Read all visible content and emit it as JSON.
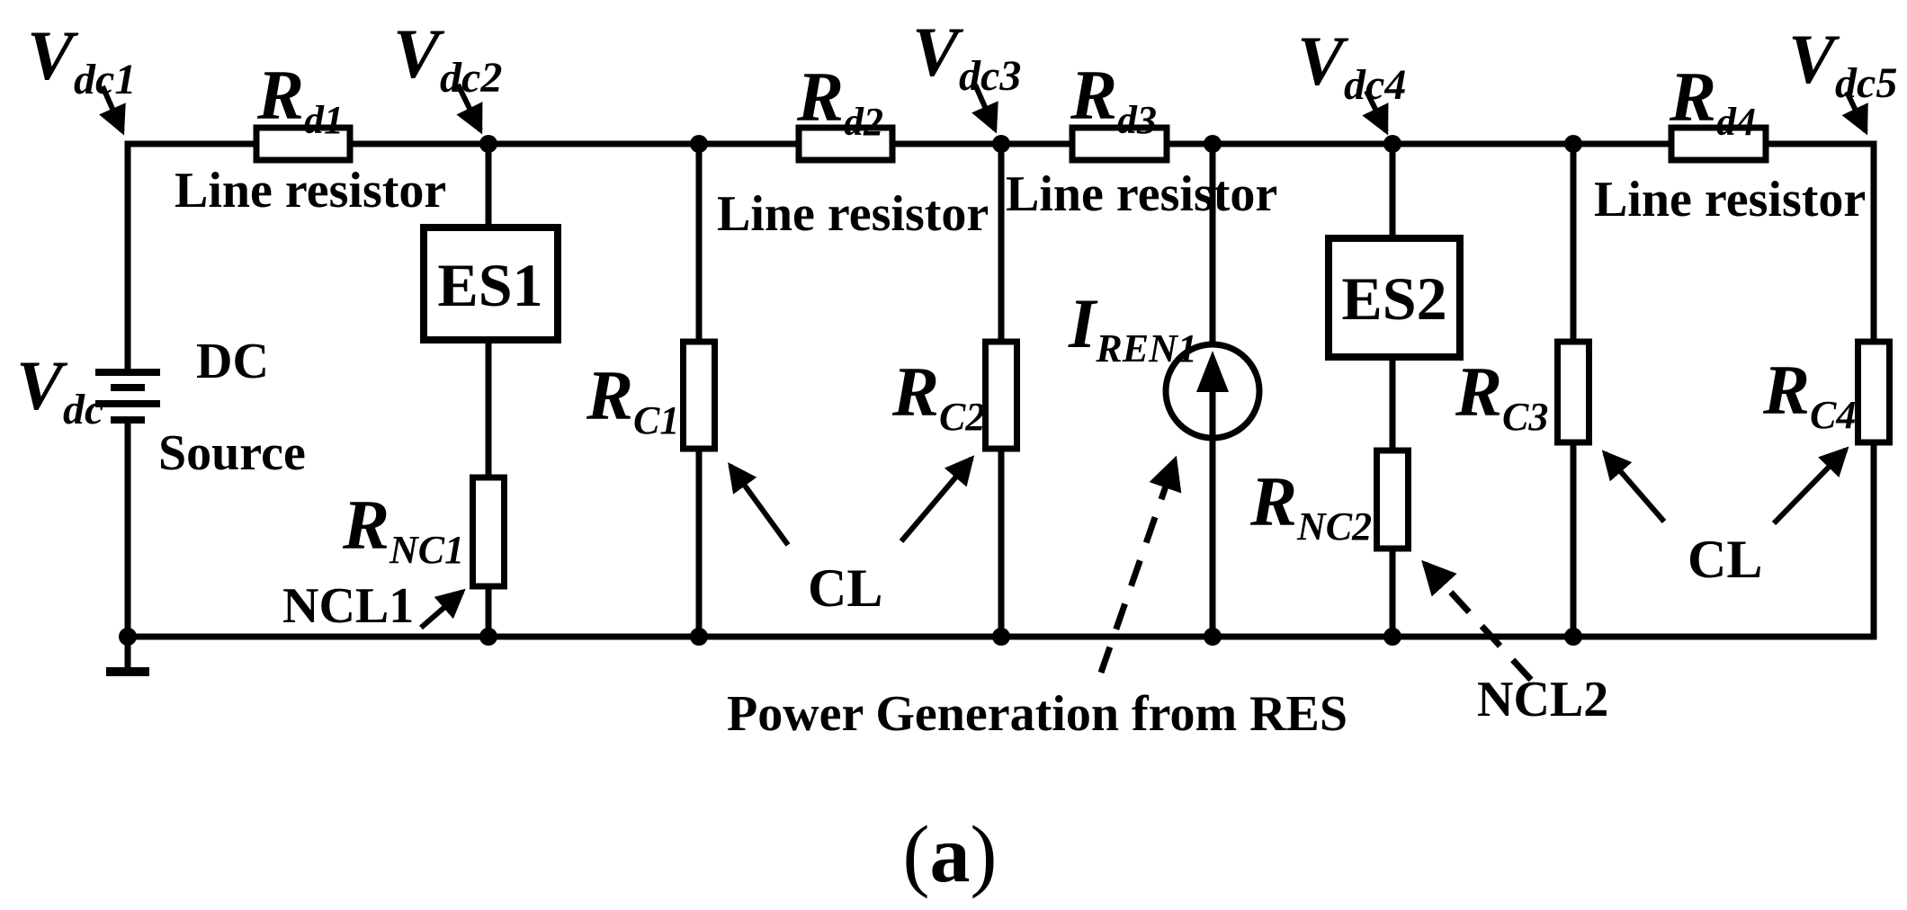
{
  "colors": {
    "ink": "#000000",
    "background": "#ffffff"
  },
  "nodes": [
    {
      "main": "V",
      "sub": "dc1"
    },
    {
      "main": "V",
      "sub": "dc2"
    },
    {
      "main": "V",
      "sub": "dc3"
    },
    {
      "main": "V",
      "sub": "dc4"
    },
    {
      "main": "V",
      "sub": "dc5"
    }
  ],
  "line_resistors": [
    {
      "main": "R",
      "sub": "d1"
    },
    {
      "main": "R",
      "sub": "d2"
    },
    {
      "main": "R",
      "sub": "d3"
    },
    {
      "main": "R",
      "sub": "d4"
    }
  ],
  "line_resistor_caption": "Line resistor",
  "dc_source": {
    "symbol_main": "V",
    "symbol_sub": "dc",
    "label_line1": "DC",
    "label_line2": "Source"
  },
  "energy_storage": [
    {
      "label": "ES1"
    },
    {
      "label": "ES2"
    }
  ],
  "critical_loads": [
    {
      "main": "R",
      "sub": "C1"
    },
    {
      "main": "R",
      "sub": "C2"
    },
    {
      "main": "R",
      "sub": "C3"
    },
    {
      "main": "R",
      "sub": "C4"
    }
  ],
  "critical_load_caption": "CL",
  "non_critical_loads": [
    {
      "main": "R",
      "sub": "NC1",
      "tag": "NCL1"
    },
    {
      "main": "R",
      "sub": "NC2",
      "tag": "NCL2"
    }
  ],
  "renewable_source": {
    "main": "I",
    "sub": "REN1",
    "annotation": "Power Generation from RES"
  },
  "caption": {
    "open": "(",
    "letter": "a",
    "close": ")"
  }
}
